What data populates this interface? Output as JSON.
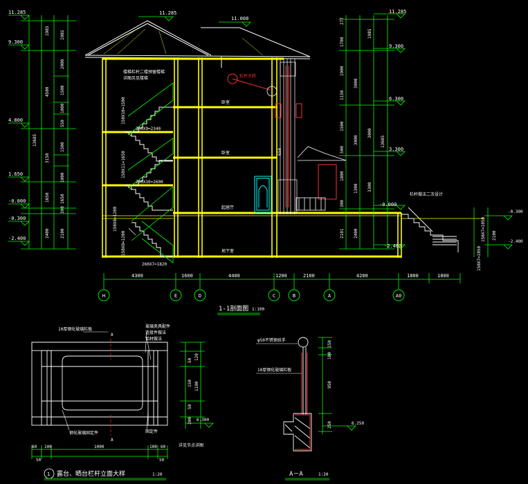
{
  "left_elevations": [
    "11.285",
    "9.300",
    "4.800",
    "1.650",
    "-0.000",
    "-0.300",
    "-2.400"
  ],
  "left_dims_outer": [
    "1985",
    "4500",
    "13685",
    "3150",
    "1650",
    "2400"
  ],
  "left_dims_inner": [
    "1985",
    "2000",
    "1500",
    "1000",
    "550",
    "1500",
    "1000",
    "1650",
    "300",
    "2100"
  ],
  "right_elevations": [
    "11.285",
    "9.300",
    "6.300",
    "3.300",
    "-0.000",
    "-2.400"
  ],
  "right_dims_a": [
    "277",
    "1708",
    "1900",
    "3000",
    "1150",
    "1500",
    "500",
    "1800",
    "1300",
    "300",
    "2101"
  ],
  "right_dims_b": [
    "1985",
    "3000",
    "3000",
    "13685",
    "3300",
    "2400"
  ],
  "far_right_elevations": [
    "-0.300",
    "-2.400"
  ],
  "far_right_dims": [
    "150X7=1050",
    "2100",
    "150X7=1050"
  ],
  "top_levels": [
    "11.285",
    "11.008"
  ],
  "rooms": [
    "卧室",
    "卧室",
    "起居厅",
    "地下室"
  ],
  "stair_notes": [
    "楼梯栏杆二楼预留楼梯",
    "详图另见楼梯"
  ],
  "stair_runs": [
    "260X9=2340",
    "260X10=2600",
    "150X10=1500",
    "150X11=1650",
    "150X8=1200",
    "260X7=1820",
    "150X8=1200"
  ],
  "callout": "栏杆大样",
  "side_note": "栏杆做法二次设计",
  "axis_spans": [
    "4300",
    "1600",
    "4400",
    "1200",
    "2100",
    "4200",
    "1800",
    "1800"
  ],
  "axes": [
    "H",
    "E",
    "D",
    "C",
    "B",
    "A",
    "A0"
  ],
  "section_title": "1-1剖面图",
  "section_scale": "1:100",
  "d1": {
    "title": "露台、晒台栏杆立面大样",
    "num": "1",
    "scale": "1:20",
    "cut": "A",
    "notes": [
      "10厚钢化玻璃栏板",
      "玻璃夹具配件",
      "连接件做法",
      "铝材做法",
      "钢化玻璃固定件",
      "固定件",
      "详见节点详图"
    ],
    "dims_bottom": [
      "60",
      "100",
      "1000",
      "100",
      "60",
      "50",
      "50"
    ],
    "dims_right": [
      "120",
      "50",
      "1100",
      "50",
      "200",
      "150"
    ],
    "level": "6.300"
  },
  "d2": {
    "title": "A－A",
    "scale": "1:20",
    "notes": [
      "φ50不锈钢扶手",
      "10厚钢化玻璃栏板"
    ],
    "dims": [
      "150",
      "100",
      "950",
      "250"
    ],
    "level": "6.250"
  }
}
